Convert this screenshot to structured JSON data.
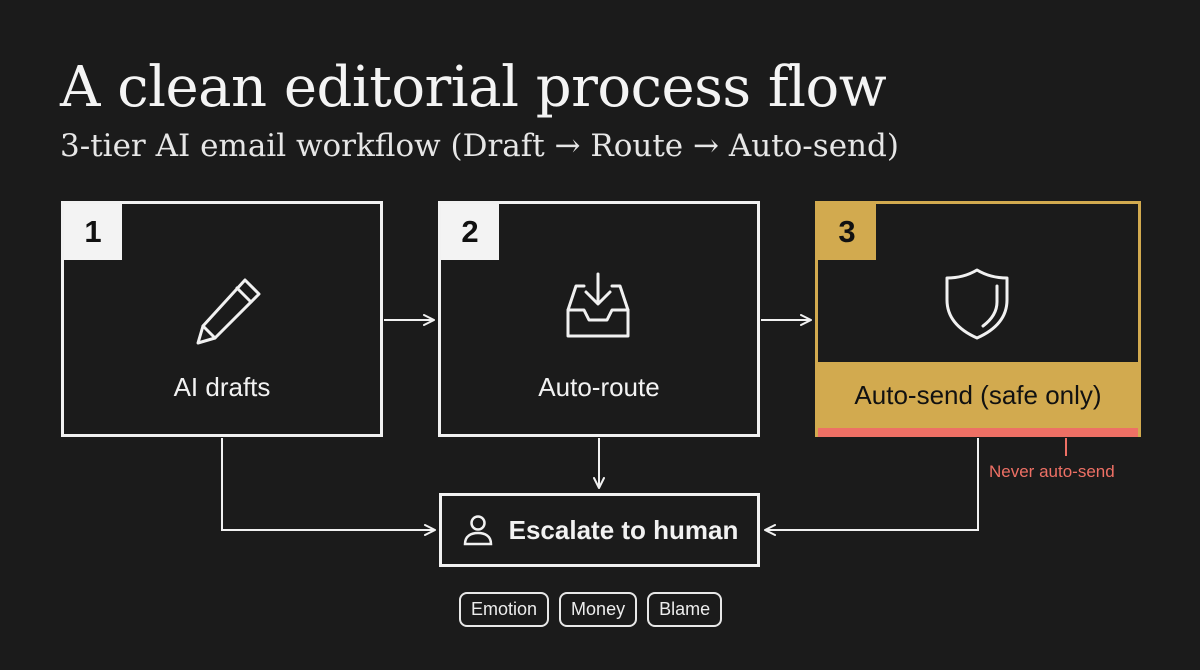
{
  "header": {
    "title": "A clean editorial process flow",
    "subtitle": "3-tier AI email workflow (Draft → Route → Auto-send)"
  },
  "steps": [
    {
      "number": "1",
      "label": "AI drafts",
      "icon": "pencil-icon"
    },
    {
      "number": "2",
      "label": "Auto-route",
      "icon": "inbox-download-icon"
    },
    {
      "number": "3",
      "label": "Auto-send (safe only)",
      "icon": "shield-icon"
    }
  ],
  "warning": {
    "label": "Never auto-send",
    "color": "#ee7065"
  },
  "escalation": {
    "label": "Escalate to human",
    "icon": "person-icon",
    "triggers": [
      "Emotion",
      "Money",
      "Blame"
    ]
  },
  "colors": {
    "background": "#1b1b1b",
    "foreground": "#f2f2f2",
    "accent": "#d2aa4f",
    "warning": "#ee7065"
  }
}
